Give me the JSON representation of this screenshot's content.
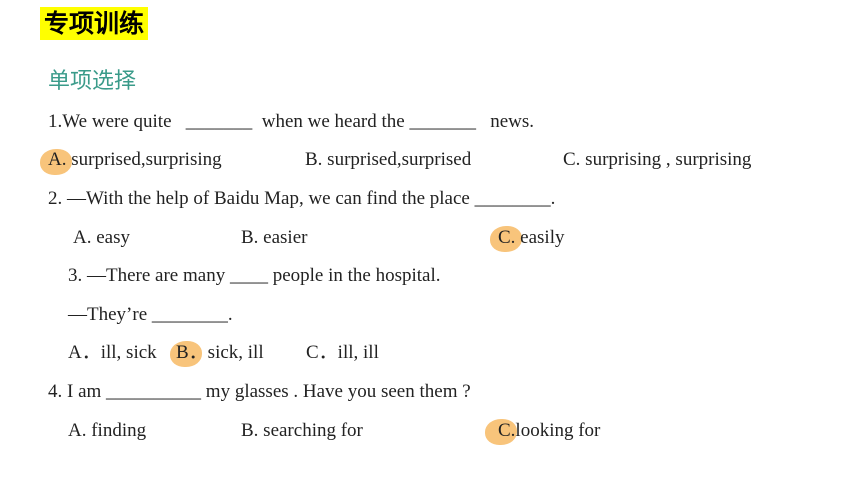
{
  "header": {
    "title": "专项训练",
    "subtitle": "单项选择"
  },
  "questions": [
    {
      "stem": "1.We were quite   _______  when we heard the _______   news.",
      "options": [
        "A. surprised,surprising",
        "B. surprised,surprised",
        "C. surprising , surprising"
      ],
      "answer": "A"
    },
    {
      "stem": "2. —With the help of Baidu Map, we can find the place ________.",
      "options": [
        "A. easy",
        "B. easier",
        "C. easily"
      ],
      "answer": "C"
    },
    {
      "stem": "3. —There are many ____ people in the hospital.",
      "stem2": "—They’re ________.",
      "options": [
        "A．ill, sick",
        "B．sick, ill",
        "C．ill, ill"
      ],
      "answer": "B"
    },
    {
      "stem": "4. I am __________ my glasses . Have you seen them ?",
      "options": [
        "A. finding",
        "B. searching for",
        "C.looking for"
      ],
      "answer": "C"
    }
  ],
  "colors": {
    "title_highlight": "#ffff00",
    "subtitle": "#3a9b8a",
    "answer_mark": "#f5b04f"
  }
}
